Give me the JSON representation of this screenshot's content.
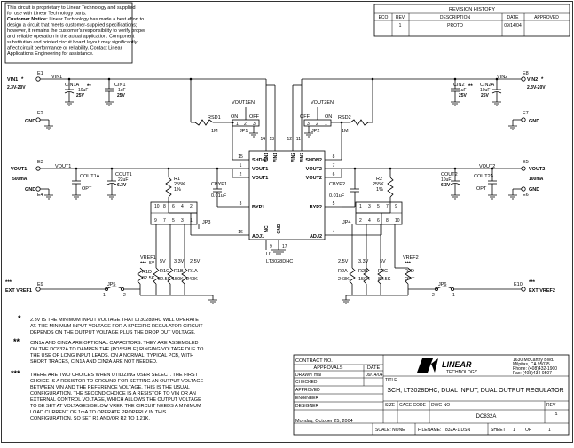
{
  "disclaimer": {
    "line1": "This circuit is proprietary to Linear Technology and supplied",
    "line2": "for use with Linear Technology parts.",
    "line3_bold": "Customer Notice:",
    "line3_rest": " Linear Technology has made a best effort to",
    "line4": "design a circuit that meets customer-supplied specifications;",
    "line5": "however, it remains the customer's responsibility to verify proper",
    "line6": "and reliable operation in the actual application. Component",
    "line7": "substitution and printed circuit board layout may significantly",
    "line8": "affect circuit performance or reliability. Contact Linear",
    "line9": "Applications Engineering for assistance."
  },
  "revision": {
    "title": "REVISION HISTORY",
    "headers": [
      "ECO",
      "REV",
      "DESCRIPTION",
      "DATE",
      "APPROVED"
    ],
    "row": {
      "eco": "",
      "rev": "1",
      "description": "PROTO",
      "date": "09/14/04",
      "approved": ""
    }
  },
  "left": {
    "e1": "E1",
    "vin1_pin": "VIN1",
    "vin1_range": "2.3V-20V",
    "vin1_net": "VIN1",
    "cin1a": [
      "CIN1A",
      "10uF",
      "25V"
    ],
    "cin1a_mark": "**",
    "cin1": [
      "CIN1",
      "1uF",
      "25V"
    ],
    "e2": "E2",
    "gnd2": "GND",
    "e3": "E3",
    "vout1_pin": "VOUT1",
    "vout1_cur": "500mA",
    "vout1_net": "VOUT1",
    "e4": "E4",
    "gnd4": "GND",
    "cout1a": [
      "COUT1A",
      "OPT"
    ],
    "cout1": [
      "COUT1",
      "22uF",
      "6.3V"
    ],
    "vout1en": "VOUT1EN",
    "jp1": "JP1",
    "on": "ON",
    "off": "OFF",
    "rsd1": [
      "RSD1",
      "1M"
    ],
    "r1": [
      "R1",
      "255K",
      "1%"
    ],
    "cbyp1": [
      "CBYP1",
      "0.01uF"
    ],
    "jp3": "JP3",
    "jp3_pins": [
      "10",
      "8",
      "6",
      "4",
      "2",
      "9",
      "7",
      "5",
      "3",
      "1"
    ],
    "vref1_label": "VREF1",
    "vref1_stars": "***",
    "res_vals": [
      "5V",
      "3.3V",
      "2.5V"
    ],
    "r1d": [
      "R1D",
      "82.5K"
    ],
    "r1c": [
      "R1C",
      "82.5K"
    ],
    "r1b": [
      "R1B",
      "150K"
    ],
    "r1a": [
      "R1A",
      "243K"
    ],
    "e9": "E9",
    "jp5": "JP5",
    "ext_vref1": "EXT VREF1",
    "ext_stars": "***"
  },
  "right": {
    "e8": "E8",
    "vin2_pin": "VIN2",
    "vin2_range": "2.3V-20V",
    "vin2_net": "VIN2",
    "cin2": [
      "CIN2",
      "1uF",
      "25V"
    ],
    "cin2a": [
      "CIN2A",
      "10uF",
      "25V"
    ],
    "cin2a_mark": "**",
    "e7": "E7",
    "gnd7": "GND",
    "e5": "E5",
    "vout2_pin": "VOUT2",
    "vout2_cur": "100mA",
    "vout2_net": "VOUT2",
    "e6": "E6",
    "gnd6": "GND",
    "cout2": [
      "COUT2",
      "10uF",
      "6.3V"
    ],
    "cout2a": [
      "COUT2A",
      "OPT"
    ],
    "vout2en": "VOUT2EN",
    "jp2": "JP2",
    "on": "ON",
    "off": "OFF",
    "rsd2": [
      "RSD2",
      "1M"
    ],
    "r2": [
      "R2",
      "255K",
      "1%"
    ],
    "cbyp2": [
      "CBYP2",
      "0.01uF"
    ],
    "jp4": "JP4",
    "jp4_pins": [
      "1",
      "3",
      "5",
      "7",
      "9",
      "2",
      "4",
      "6",
      "8",
      "10"
    ],
    "vref2_label": "VREF2",
    "vref2_stars": "***",
    "res_vals": [
      "2.5V",
      "3.3V",
      "5V"
    ],
    "r2a": [
      "R2A",
      "243K"
    ],
    "r2b": [
      "R2B",
      "150K"
    ],
    "r2c": [
      "R2C",
      "82.5K"
    ],
    "r2d": [
      "R2D",
      "OPT"
    ],
    "e10": "E10",
    "jp6": "JP6",
    "ext_vref2": "EXT VREF2",
    "ext_stars": "***"
  },
  "ic": {
    "ref": "U1",
    "part": "LT3028DHC",
    "left_pins": [
      [
        "15",
        "SHDN1"
      ],
      [
        "1",
        "VOUT1"
      ],
      [
        "2",
        "VOUT1"
      ],
      [
        "3",
        "BYP1"
      ],
      [
        "16",
        "ADJ1"
      ]
    ],
    "right_pins": [
      [
        "SHDN2",
        "8"
      ],
      [
        "VOUT2",
        "7"
      ],
      [
        "VOUT2",
        "6"
      ],
      [
        "BYP2",
        "5"
      ],
      [
        "ADJ2",
        "4"
      ]
    ],
    "top_pins": [
      [
        "14",
        "VIN1"
      ],
      [
        "13",
        "VIN1"
      ],
      [
        "12",
        "VIN2"
      ],
      [
        "11",
        "VIN2"
      ]
    ],
    "bottom_pins": [
      [
        "NC",
        "9"
      ],
      [
        "GND",
        "17"
      ]
    ],
    "gnd_pin_label": "GND"
  },
  "notes": [
    {
      "mark": "*",
      "text": [
        "2.3V IS THE MINIMUM INPUT VOLTAGE THAT LT3028DHC WILL OPERATE",
        "AT. THE MINIMUM INPUT VOLTAGE FOR A SPECIFIC REGULATOR CIRCUIT",
        "DEPENDS ON THE OUTPUT VOLTAGE PLUS THE DROP OUT VOLTAGE."
      ]
    },
    {
      "mark": "**",
      "text": [
        "CIN1A AND CIN2A ARE OPTIONAL CAPACITORS.  THEY ARE ASSEMBLED",
        "ON THE DC832A TO DAMPEN THE (POSSIBLE) RINGING VOLTAGE DUE TO",
        "THE USE OF LONG INPUT LEADS.  ON A NORMAL, TYPICAL PCB, WITH",
        "SHORT TRACES, CIN1A AND CIN2A ARE NOT NEEDED."
      ]
    },
    {
      "mark": "***",
      "text": [
        "THERE ARE TWO CHOICES WHEN UTILIZING USER SELECT. THE FIRST",
        "CHOICE IS A RESISTOR TO GROUND FOR SETTING AN OUTPUT VOLTAGE",
        "BETWEEN VIN AND THE REFERENCE VOLTAGE. THIS IS THE USUAL",
        "CONFIGURATION. THE SECOND CHOICE IS A RESISTOR TO VIN OR AN",
        "EXTERNAL CONTROL VOLTAGE, WHICH ALLOWS THE OUTPUT VOLTAGE",
        "TO BE SET AT VOLTAGES BELOW VREF. THE CIRCUIT NEEDS A MINIMUM",
        "LOAD CURRENT OF 1mA TO OPERATE PROPERLY IN THIS",
        "CONFIGURATION, SO SET R1 AND/OR R2 TO 1.21K."
      ]
    }
  ],
  "title_block": {
    "contract": "CONTRACT NO.",
    "approvals": "APPROVALS",
    "date": "DATE",
    "drawn_label": "DRAWN",
    "drawn_by": "mai",
    "drawn_date": "09/14/04",
    "checked": "CHECKED",
    "approved": "APPROVED",
    "engineer": "ENGINEER",
    "designer": "DESIGNER",
    "logo": "LINEAR",
    "logo_sub": "TECHNOLOGY",
    "address": [
      "1630 McCarthy Blvd.",
      "Milpitas, CA 95035",
      "Phone: (408)432-1900",
      "Fax: (408)434-0507"
    ],
    "title_label": "TITLE",
    "title": "SCH, LT3028DHC, DUAL INPUT, DUAL OUTPUT REGULATOR",
    "size_label": "SIZE",
    "cage_label": "CAGE CODE",
    "dwg_label": "DWG NO",
    "rev_label": "REV",
    "dwg": "DC832A",
    "rev": "1",
    "date_printed": "Monday, October 25, 2004",
    "scale_label": "SCALE:",
    "scale": "NONE",
    "filename_label": "FILENAME:",
    "filename": "832A-1.DSN",
    "sheet_label": "SHEET",
    "sheet": "1",
    "of_label": "OF",
    "of": "1"
  }
}
